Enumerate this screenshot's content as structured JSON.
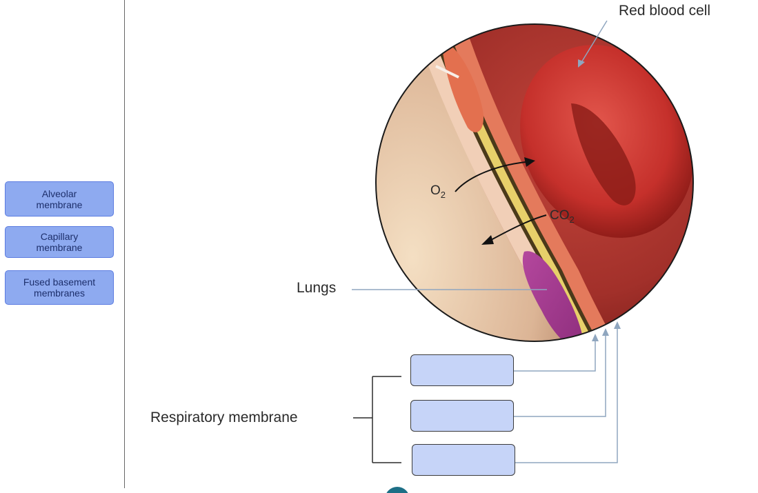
{
  "word_bank": [
    {
      "label": "Alveolar\nmembrane"
    },
    {
      "label": "Capillary\nmembrane"
    },
    {
      "label": "Fused basement\nmembranes"
    }
  ],
  "diagram": {
    "red_blood_cell_label": "Red blood cell",
    "o2_label": "O",
    "o2_sub": "2",
    "co2_label": "CO",
    "co2_sub": "2",
    "lungs_label": "Lungs",
    "respiratory_membrane_label": "Respiratory membrane"
  },
  "colors": {
    "bank_fill": "#8eaaf0",
    "drop_fill": "#c6d4f8",
    "leader_line": "#8fa6bf",
    "blood": "#a8302a"
  }
}
